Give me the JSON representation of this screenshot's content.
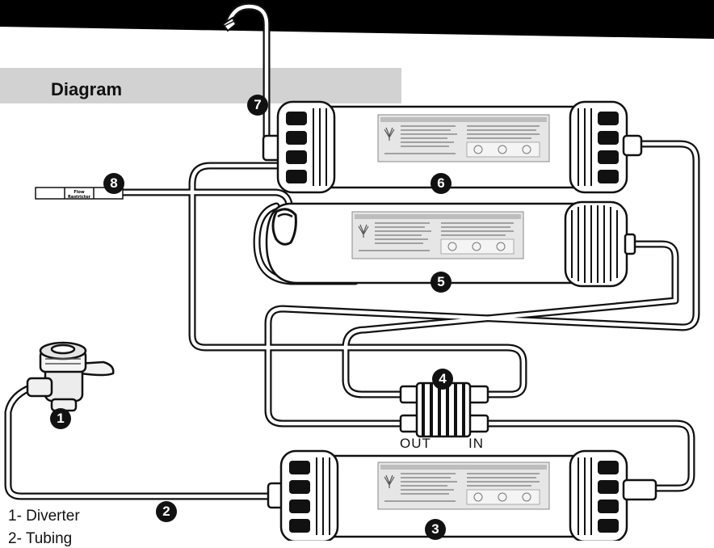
{
  "header": {
    "title": "Diagram"
  },
  "flow_restrictor": {
    "label_line1": "Flow",
    "label_line2": "Restrictor"
  },
  "connector": {
    "out_label": "OUT",
    "in_label": "IN"
  },
  "callouts": [
    "1",
    "2",
    "3",
    "4",
    "5",
    "6",
    "7",
    "8"
  ],
  "legend": [
    {
      "text": "1- Diverter"
    },
    {
      "text": "2- Tubing"
    }
  ]
}
